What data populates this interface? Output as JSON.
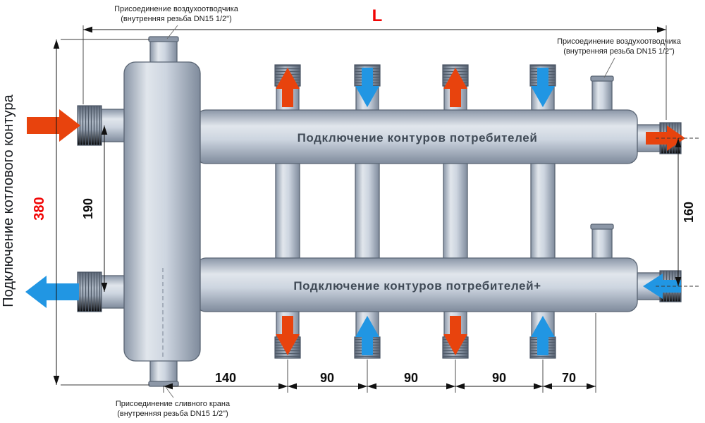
{
  "labels": {
    "air_vent_left_line1": "Присоединение воздухоотводчика",
    "air_vent_left_line2": "(внутренняя резьба DN15 1/2\")",
    "air_vent_right_line1": "Присоединение воздухоотводчика",
    "air_vent_right_line2": "(внутренняя резьба DN15 1/2\")",
    "drain_line1": "Присоединение сливного крана",
    "drain_line2": "(внутренняя резьба DN15 1/2\")",
    "boiler_circuit": "Подключение котлового контура",
    "upper_manifold": "Подключение контуров потребителей",
    "lower_manifold": "Подключение контуров потребителей+"
  },
  "dimensions": {
    "length_total": "L",
    "height_total": "380",
    "boiler_port_spacing": "190",
    "consumer_port_spacing": "160",
    "bottom_chain": [
      "140",
      "90",
      "90",
      "90",
      "70"
    ]
  },
  "colors": {
    "supply_hot": "#e8430d",
    "return_cold": "#2196e3",
    "dimension_accent": "#f10505",
    "pipe_body": "#c7cfdb"
  }
}
